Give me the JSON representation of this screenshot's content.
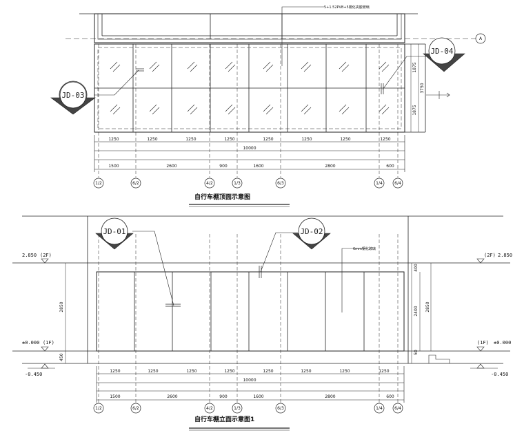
{
  "top_plan": {
    "caption": "自行车棚顶面示意图",
    "note": "5+1.52PVB+5钢化夹胶玻璃",
    "callouts": {
      "left": "JD-03",
      "right": "JD-04"
    },
    "axis_marker": "A",
    "panel_dims": [
      "1250",
      "1250",
      "1250",
      "1250",
      "1250",
      "1250",
      "1250",
      "1250"
    ],
    "total_dim": "10000",
    "grid_dims": [
      "1500",
      "2600",
      "900",
      "1600",
      "2800",
      "600"
    ],
    "axis_labels": [
      "1/2",
      "6/2",
      "4/2",
      "1/3",
      "6/3",
      "1/4",
      "6/4"
    ],
    "side_dims": [
      "1875",
      "3750",
      "1875"
    ]
  },
  "elevation": {
    "caption": "自行车棚立面示意图1",
    "note": "6mm钢化玻璃",
    "callouts": {
      "left": "JD-01",
      "right": "JD-02"
    },
    "levels": {
      "top_left": "2.850",
      "top_left_tag": "2F",
      "top_right": "2.850",
      "top_right_tag": "2F",
      "mid_left": "±0.000",
      "mid_left_tag": "1F",
      "mid_right": "±0.000",
      "mid_right_tag": "1F",
      "bot_left": "-0.450",
      "bot_right": "-0.450"
    },
    "height_dims": {
      "left": "2850",
      "left_low": "450",
      "r1": "400",
      "r2": "2400",
      "r3": "2850",
      "r4": "50"
    },
    "panel_dims": [
      "1250",
      "1250",
      "1250",
      "1250",
      "1250",
      "1250",
      "1250",
      "1250"
    ],
    "total_dim": "10000",
    "grid_dims": [
      "1500",
      "2600",
      "900",
      "1600",
      "2800",
      "600"
    ],
    "axis_labels": [
      "1/2",
      "6/2",
      "4/2",
      "1/3",
      "6/3",
      "1/4",
      "6/4"
    ]
  }
}
